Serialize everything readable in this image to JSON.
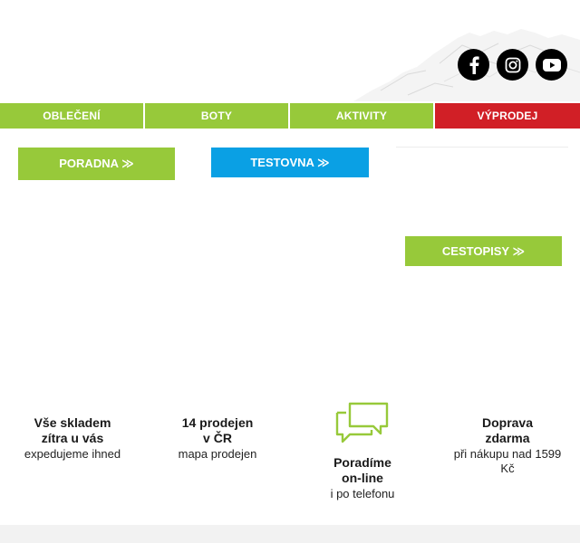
{
  "colors": {
    "green": "#97c93a",
    "blue": "#0aa0e4",
    "red": "#d11f26",
    "black": "#000000"
  },
  "social": [
    {
      "icon": "facebook-icon"
    },
    {
      "icon": "instagram-icon"
    },
    {
      "icon": "youtube-icon"
    }
  ],
  "nav": {
    "items": [
      {
        "label": "OBLEČENÍ"
      },
      {
        "label": "BOTY"
      },
      {
        "label": "AKTIVITY"
      },
      {
        "label": "VÝPRODEJ"
      }
    ]
  },
  "buttons": {
    "poradna": "PORADNA ≫",
    "testovna": "TESTOVNA ≫",
    "cestopisy": "CESTOPISY ≫"
  },
  "features": [
    {
      "title_line1": "Vše skladem",
      "title_line2": "zítra u vás",
      "subtitle": "expedujeme ihned"
    },
    {
      "title_line1": "14 prodejen",
      "title_line2": "v ČR",
      "subtitle": "mapa prodejen"
    },
    {
      "title_line1": "Poradíme",
      "title_line2": "on-line",
      "subtitle": "i po telefonu",
      "icon": "chat-bubbles-icon"
    },
    {
      "title_line1": "Doprava",
      "title_line2": "zdarma",
      "subtitle": "při nákupu nad 1599 Kč"
    }
  ]
}
